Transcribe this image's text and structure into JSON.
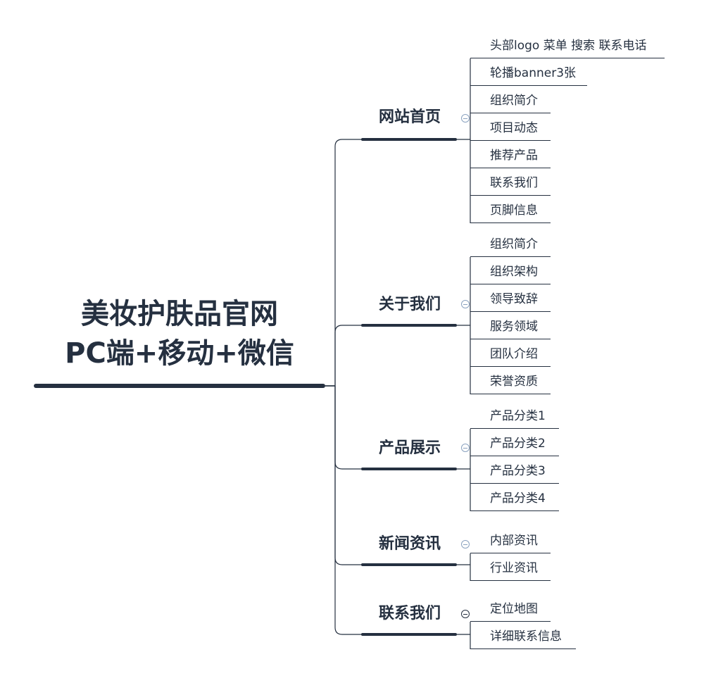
{
  "root": {
    "line1": "美妆护肤品官网",
    "line2": "PC端+移动+微信"
  },
  "branches": [
    {
      "label": "网站首页",
      "children": [
        "头部logo 菜单 搜索 联系电话",
        "轮播banner3张",
        "组织简介",
        "项目动态",
        "推荐产品",
        "联系我们",
        "页脚信息"
      ]
    },
    {
      "label": "关于我们",
      "children": [
        "组织简介",
        "组织架构",
        "领导致辞",
        "服务领域",
        "团队介绍",
        "荣誉资质"
      ]
    },
    {
      "label": "产品展示",
      "children": [
        "产品分类1",
        "产品分类2",
        "产品分类3",
        "产品分类4"
      ]
    },
    {
      "label": "新闻资讯",
      "children": [
        "内部资讯",
        "行业资讯"
      ]
    },
    {
      "label": "联系我们",
      "children": [
        "定位地图",
        "详细联系信息"
      ]
    }
  ],
  "colors": {
    "line": "#253040",
    "collapse": "#8aa2bf"
  }
}
